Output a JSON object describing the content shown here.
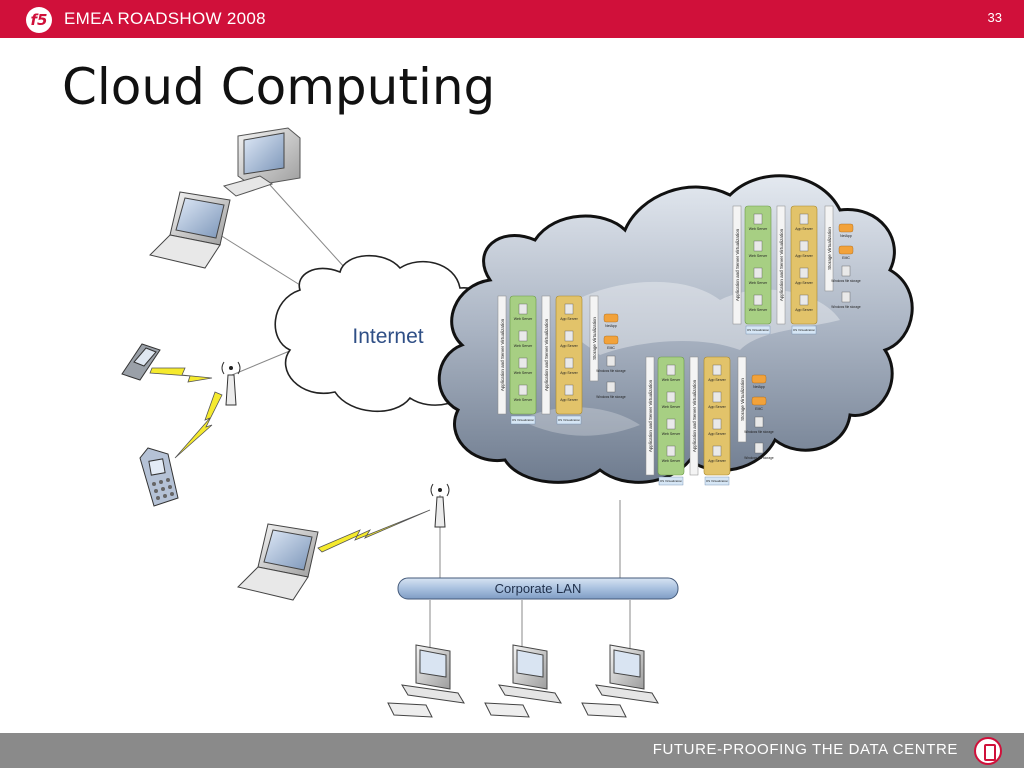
{
  "header": {
    "logo_text": "f5",
    "brand": "EMEA ROADSHOW 2008",
    "slide_number": "33"
  },
  "title": "Cloud Computing",
  "diagram": {
    "internet_label": "Internet",
    "lan_label": "Corporate LAN",
    "server_label": "Web Server",
    "app_label": "App Server",
    "virt_app_label": "Application and Server Virtualization",
    "virt_storage_label": "Storage Virtualization",
    "netapp_label": "NetApp",
    "emc_label": "EMC",
    "storage_label": "Windows file storage",
    "os_virt_label": "OS Virtualization"
  },
  "footer": {
    "tagline": "FUTURE-PROOFING THE DATA CENTRE"
  },
  "colors": {
    "accent": "#d0103a",
    "footer": "#8a8a8a",
    "lan": "#b9cde6",
    "internet_text": "#2f4f86"
  }
}
